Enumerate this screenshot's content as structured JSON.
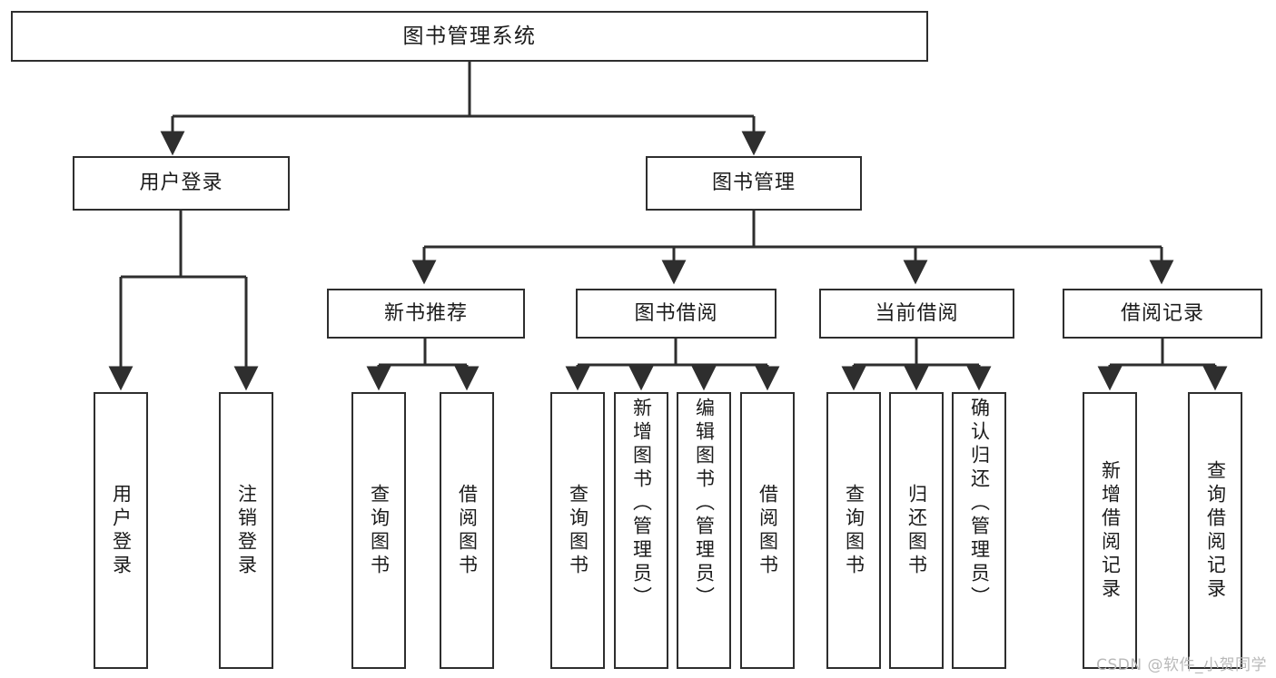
{
  "diagram": {
    "title": "图书管理系统",
    "type": "tree-hierarchy",
    "watermark": "CSDN @软件_小贺同学"
  },
  "nodes": {
    "root": {
      "label": "图书管理系统"
    },
    "level2": [
      {
        "id": "user-login",
        "label": "用户登录"
      },
      {
        "id": "book-manage",
        "label": "图书管理"
      }
    ],
    "level3": [
      {
        "id": "new-book-recommend",
        "label": "新书推荐"
      },
      {
        "id": "book-borrow",
        "label": "图书借阅"
      },
      {
        "id": "current-borrow",
        "label": "当前借阅"
      },
      {
        "id": "borrow-record",
        "label": "借阅记录"
      }
    ],
    "leaves": {
      "user_login": [
        {
          "id": "leaf-user-login",
          "label": "用户登录"
        },
        {
          "id": "leaf-logout-login",
          "label": "注销登录"
        }
      ],
      "new_book_recommend": [
        {
          "id": "leaf-query-book-1",
          "label": "查询图书"
        },
        {
          "id": "leaf-borrow-book-1",
          "label": "借阅图书"
        }
      ],
      "book_borrow": [
        {
          "id": "leaf-query-book-2",
          "label": "查询图书"
        },
        {
          "id": "leaf-add-book",
          "label": "新增图书（管理员）"
        },
        {
          "id": "leaf-edit-book",
          "label": "编辑图书（管理员）"
        },
        {
          "id": "leaf-borrow-book-2",
          "label": "借阅图书"
        }
      ],
      "current_borrow": [
        {
          "id": "leaf-query-book-3",
          "label": "查询图书"
        },
        {
          "id": "leaf-return-book",
          "label": "归还图书"
        },
        {
          "id": "leaf-confirm-return",
          "label": "确认归还（管理员）"
        }
      ],
      "borrow_record": [
        {
          "id": "leaf-add-record",
          "label": "新增借阅记录"
        },
        {
          "id": "leaf-query-record",
          "label": "查询借阅记录"
        }
      ]
    }
  },
  "colors": {
    "stroke": "#2e2e2e",
    "fill": "#ffffff",
    "text": "#1b1b1b",
    "watermark": "#b9b9b9"
  }
}
